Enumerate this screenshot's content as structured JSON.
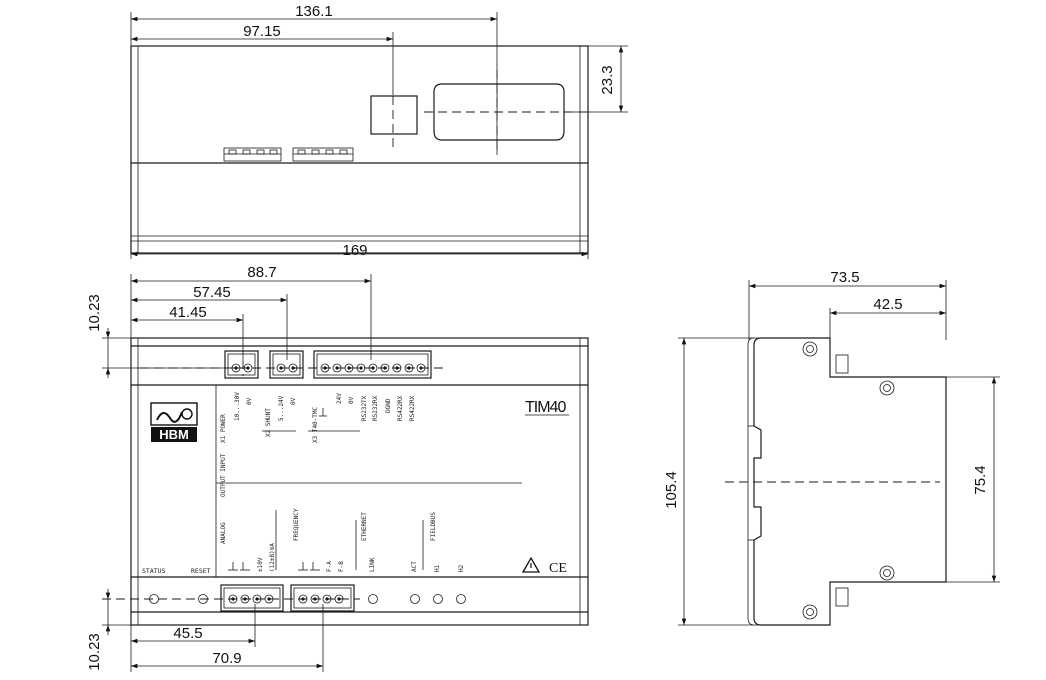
{
  "dimensions": {
    "top_width": "136.1",
    "top_offset": "97.15",
    "top_height": "23.3",
    "top_total": "169",
    "front_x3": "88.7",
    "front_x2": "57.45",
    "front_x1": "41.45",
    "front_top_gap": "10.23",
    "front_bottom_gap": "10.23",
    "front_bottom_a": "45.5",
    "front_bottom_b": "70.9",
    "side_width": "73.5",
    "side_inner": "42.5",
    "side_height": "105.4",
    "side_holes": "75.4"
  },
  "labels": {
    "x1_power": "X1 POWER",
    "x1_v1": "10...30V",
    "x1_v2": "0V",
    "x2_shunt": "X2 SHUNT",
    "x2_v1": "5...24V",
    "x2_v2": "0V",
    "x3_tmc": "X3 T40-TMC",
    "x3_v1": "24V",
    "x3_v2": "0V",
    "x3_p1": "RS232TX",
    "x3_p2": "RS232RX",
    "x3_p3": "DGND",
    "x3_p4": "RS422RX",
    "x3_p5": "RS422RX",
    "output_input": "OUTPUT INPUT",
    "analog": "ANALOG",
    "frequency": "FREQUENCY",
    "ethernet": "ETHERNET",
    "fieldbus": "FIELDBUS",
    "b_10v": "±10V",
    "b_12ma": "(12±8)mA",
    "b_fa": "F-A",
    "b_fb": "F-B",
    "b_link": "LINK",
    "b_act": "ACT",
    "b_h1": "H1",
    "b_h2": "H2",
    "status": "STATUS",
    "reset": "RESET",
    "brand": "HBM",
    "model": "TIM40",
    "ce": "CE"
  }
}
